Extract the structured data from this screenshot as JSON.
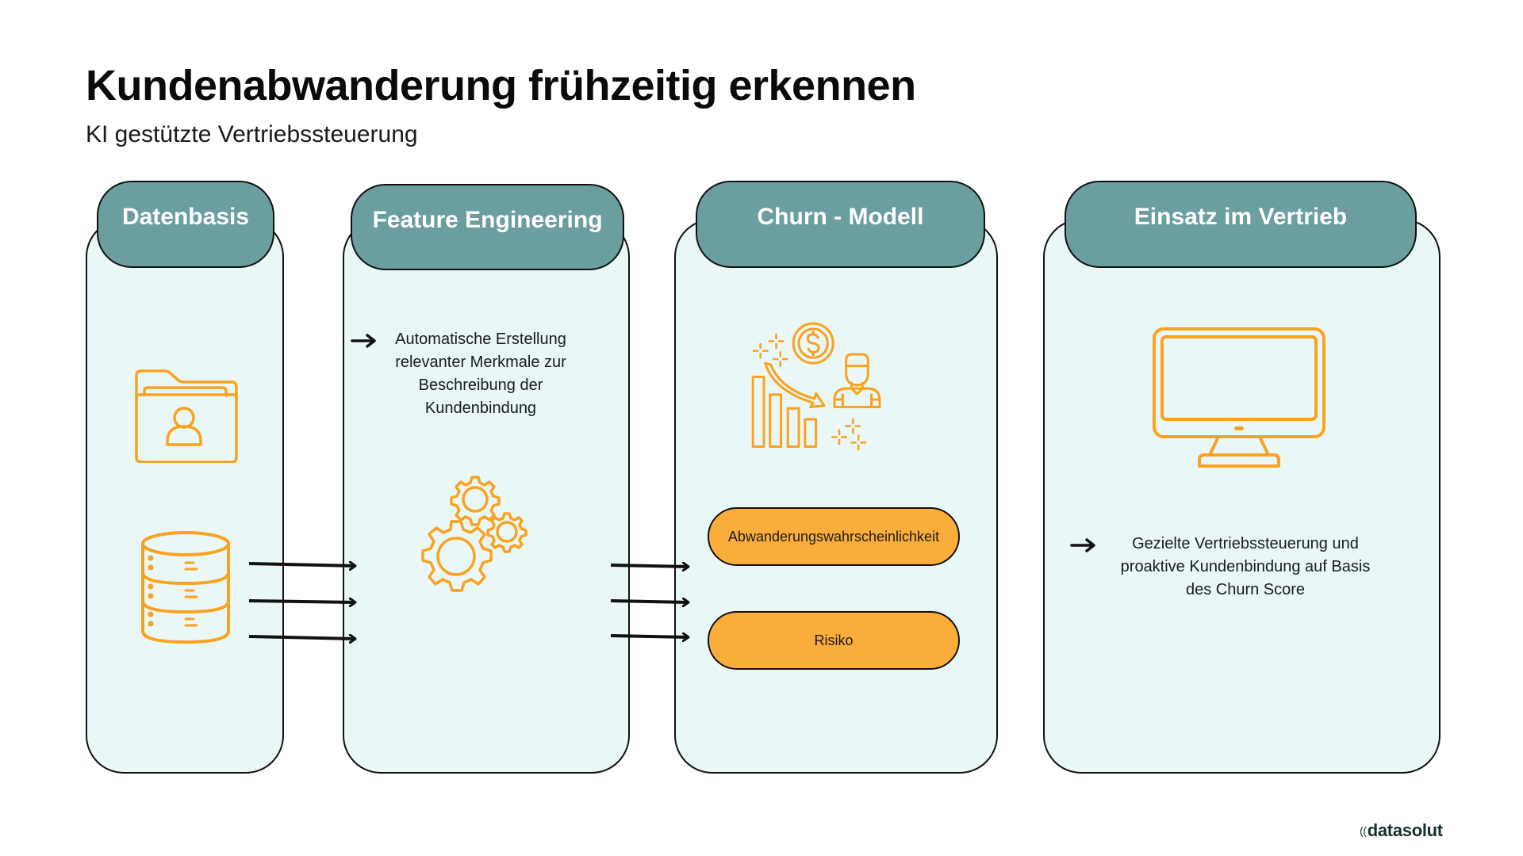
{
  "title": "Kundenabwanderung frühzeitig erkennen",
  "subtitle": "KI gestützte Vertriebssteuerung",
  "colors": {
    "header_fill": "#6b9e9e",
    "card_fill": "#e9f7f7",
    "icon_orange": "#fba21f",
    "pill_fill": "#fbad3b",
    "outline": "#111111"
  },
  "columns": [
    {
      "header": "Datenbasis",
      "icons": [
        "folder-user-icon",
        "database-icon"
      ]
    },
    {
      "header": "Feature Engineering",
      "description": [
        "Automatische Erstellung",
        "relevanter Merkmale zur",
        "Beschreibung der",
        "Kundenbindung"
      ],
      "icons": [
        "arrow-right-icon",
        "gears-icon"
      ]
    },
    {
      "header": "Churn - Modell",
      "icons": [
        "churn-chart-icon"
      ],
      "outputs": [
        "Abwanderungswahrscheinlichkeit",
        "Risiko"
      ]
    },
    {
      "header": "Einsatz im Vertrieb",
      "description": [
        "Gezielte Vertriebssteuerung und",
        "proaktive Kundenbindung auf Basis",
        "des Churn Score"
      ],
      "icons": [
        "arrow-right-icon",
        "monitor-icon"
      ]
    }
  ],
  "flow": {
    "data_to_features": 3,
    "features_to_model": 3
  },
  "logo": "datasolut"
}
